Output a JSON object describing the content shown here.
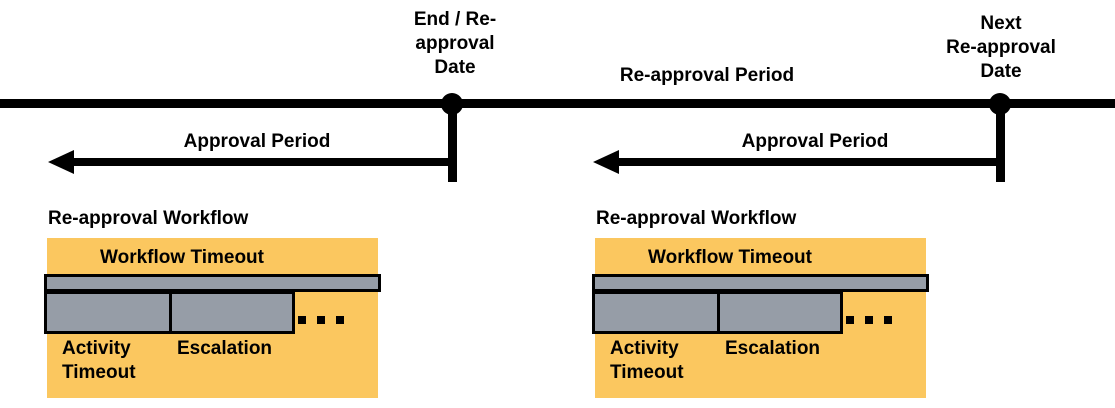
{
  "timeline": {
    "end_date_label": "End / Re-\napproval\nDate",
    "next_date_label": "Next\nRe-approval\nDate",
    "reapproval_period_label": "Re-approval Period",
    "approval_period_label": "Approval Period"
  },
  "workflows": [
    {
      "title": "Re-approval Workflow",
      "workflow_timeout_label": "Workflow Timeout",
      "activity_timeout_label": "Activity\nTimeout",
      "escalation_label": "Escalation",
      "ellipsis": "..."
    },
    {
      "title": "Re-approval Workflow",
      "workflow_timeout_label": "Workflow Timeout",
      "activity_timeout_label": "Activity\nTimeout",
      "escalation_label": "Escalation",
      "ellipsis": "..."
    }
  ],
  "colors": {
    "line_black": "#000000",
    "highlight_orange": "#FBC75F",
    "bar_gray": "#969DA7",
    "background": "#FFFFFF"
  }
}
